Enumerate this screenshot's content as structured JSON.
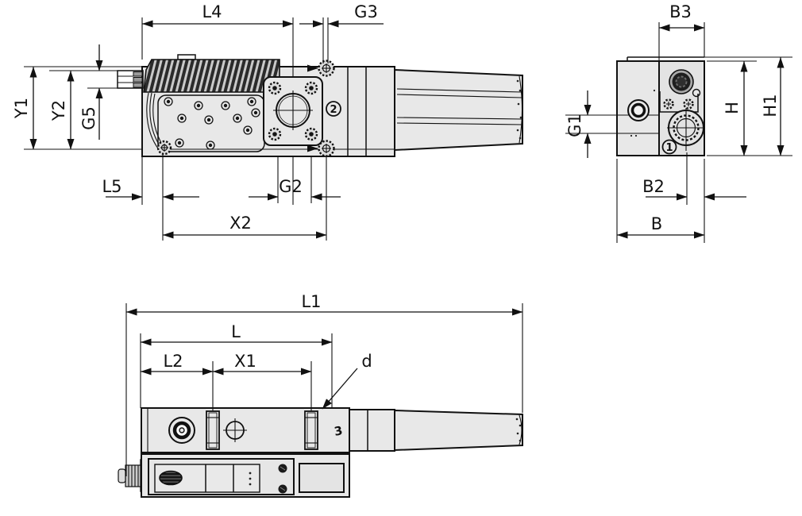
{
  "colors": {
    "background": "#ffffff",
    "body_fill": "#e8e8e8",
    "line": "#111111"
  },
  "dims": {
    "side": {
      "L4": "L4",
      "G3": "G3",
      "Y1": "Y1",
      "Y2": "Y2",
      "G5": "G5",
      "L5": "L5",
      "G2": "G2",
      "X2": "X2"
    },
    "end": {
      "B3": "B3",
      "G1": "G1",
      "H": "H",
      "H1": "H1",
      "B2": "B2",
      "B": "B"
    },
    "top": {
      "L1": "L1",
      "L": "L",
      "L2": "L2",
      "X1": "X1",
      "d": "d"
    }
  },
  "markers": {
    "position_1": "1",
    "position_2": "2",
    "position_3": "3"
  }
}
